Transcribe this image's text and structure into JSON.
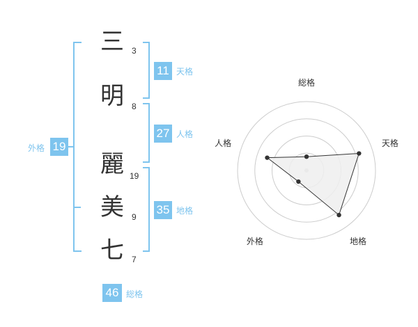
{
  "name_chars": [
    {
      "char": "三",
      "strokes": "3"
    },
    {
      "char": "明",
      "strokes": "8"
    },
    {
      "char": "麗",
      "strokes": "19"
    },
    {
      "char": "美",
      "strokes": "9"
    },
    {
      "char": "七",
      "strokes": "7"
    }
  ],
  "kakusuu": {
    "tenkaku": {
      "value": "11",
      "label": "天格"
    },
    "jinkaku": {
      "value": "27",
      "label": "人格"
    },
    "chikaku": {
      "value": "35",
      "label": "地格"
    },
    "gaikaku": {
      "value": "19",
      "label": "外格"
    },
    "soukaku": {
      "value": "46",
      "label": "総格"
    }
  },
  "colors": {
    "accent": "#7ec4ee",
    "text": "#333333",
    "radar_fill": "#eeeeee"
  },
  "radar": {
    "axes": [
      "総格",
      "天格",
      "地格",
      "外格",
      "人格"
    ],
    "levels": 4,
    "scores": [
      1,
      4,
      4,
      1,
      3
    ],
    "max": 5
  }
}
